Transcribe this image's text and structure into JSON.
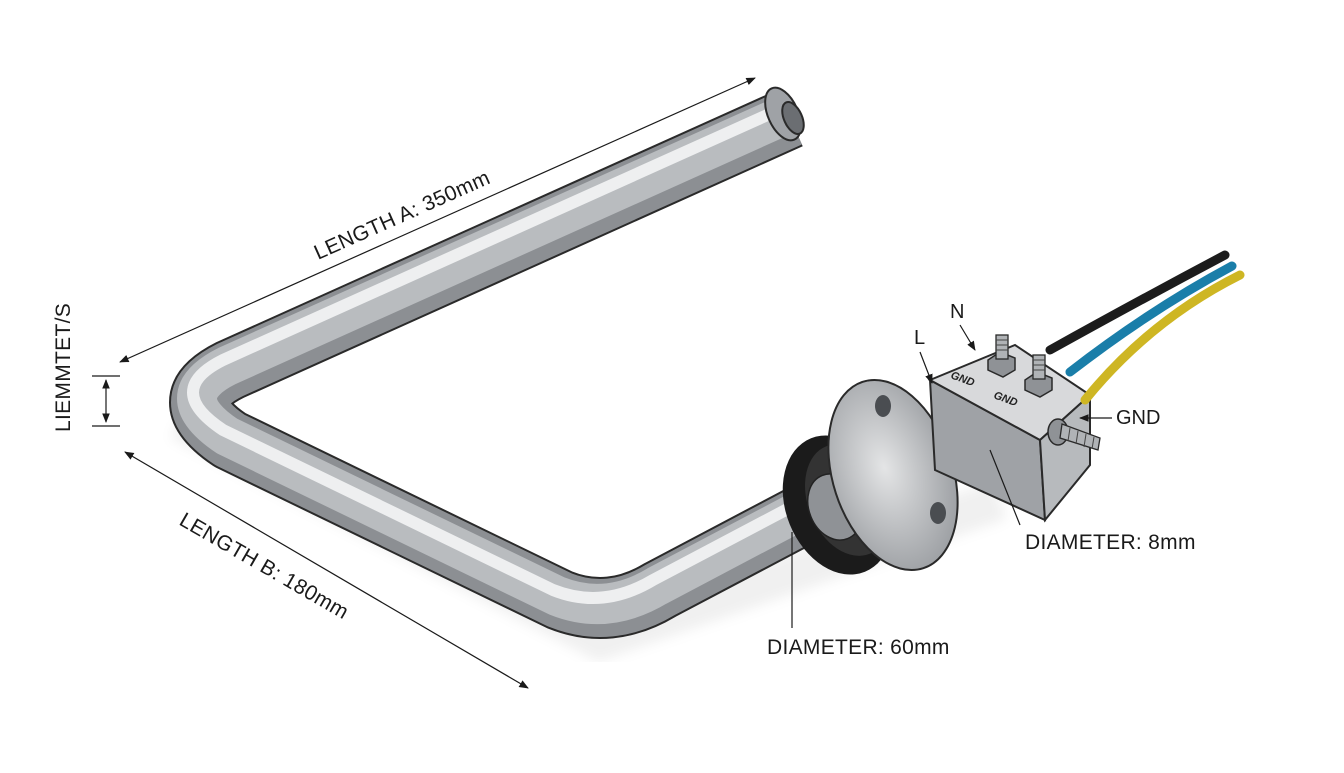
{
  "labels": {
    "length_a": "LENGTH A: 350mm",
    "length_b": "LENGTH B: 180mm",
    "side_label": "LIEMMTET/S",
    "diameter_tube": "DIAMETER: 60mm",
    "diameter_terminal": "DIAMETER: 8mm",
    "terminal_l": "L",
    "terminal_n": "N",
    "terminal_gnd": "GND",
    "housing_gnd_1": "GND",
    "housing_gnd_2": "GND"
  },
  "colors": {
    "wire_black": "#1c1c1c",
    "wire_blue": "#1f8fbf",
    "wire_yellow": "#e3c92a",
    "seal_rubber": "#1b1b1b",
    "tube_steel": "#a9acb0"
  }
}
